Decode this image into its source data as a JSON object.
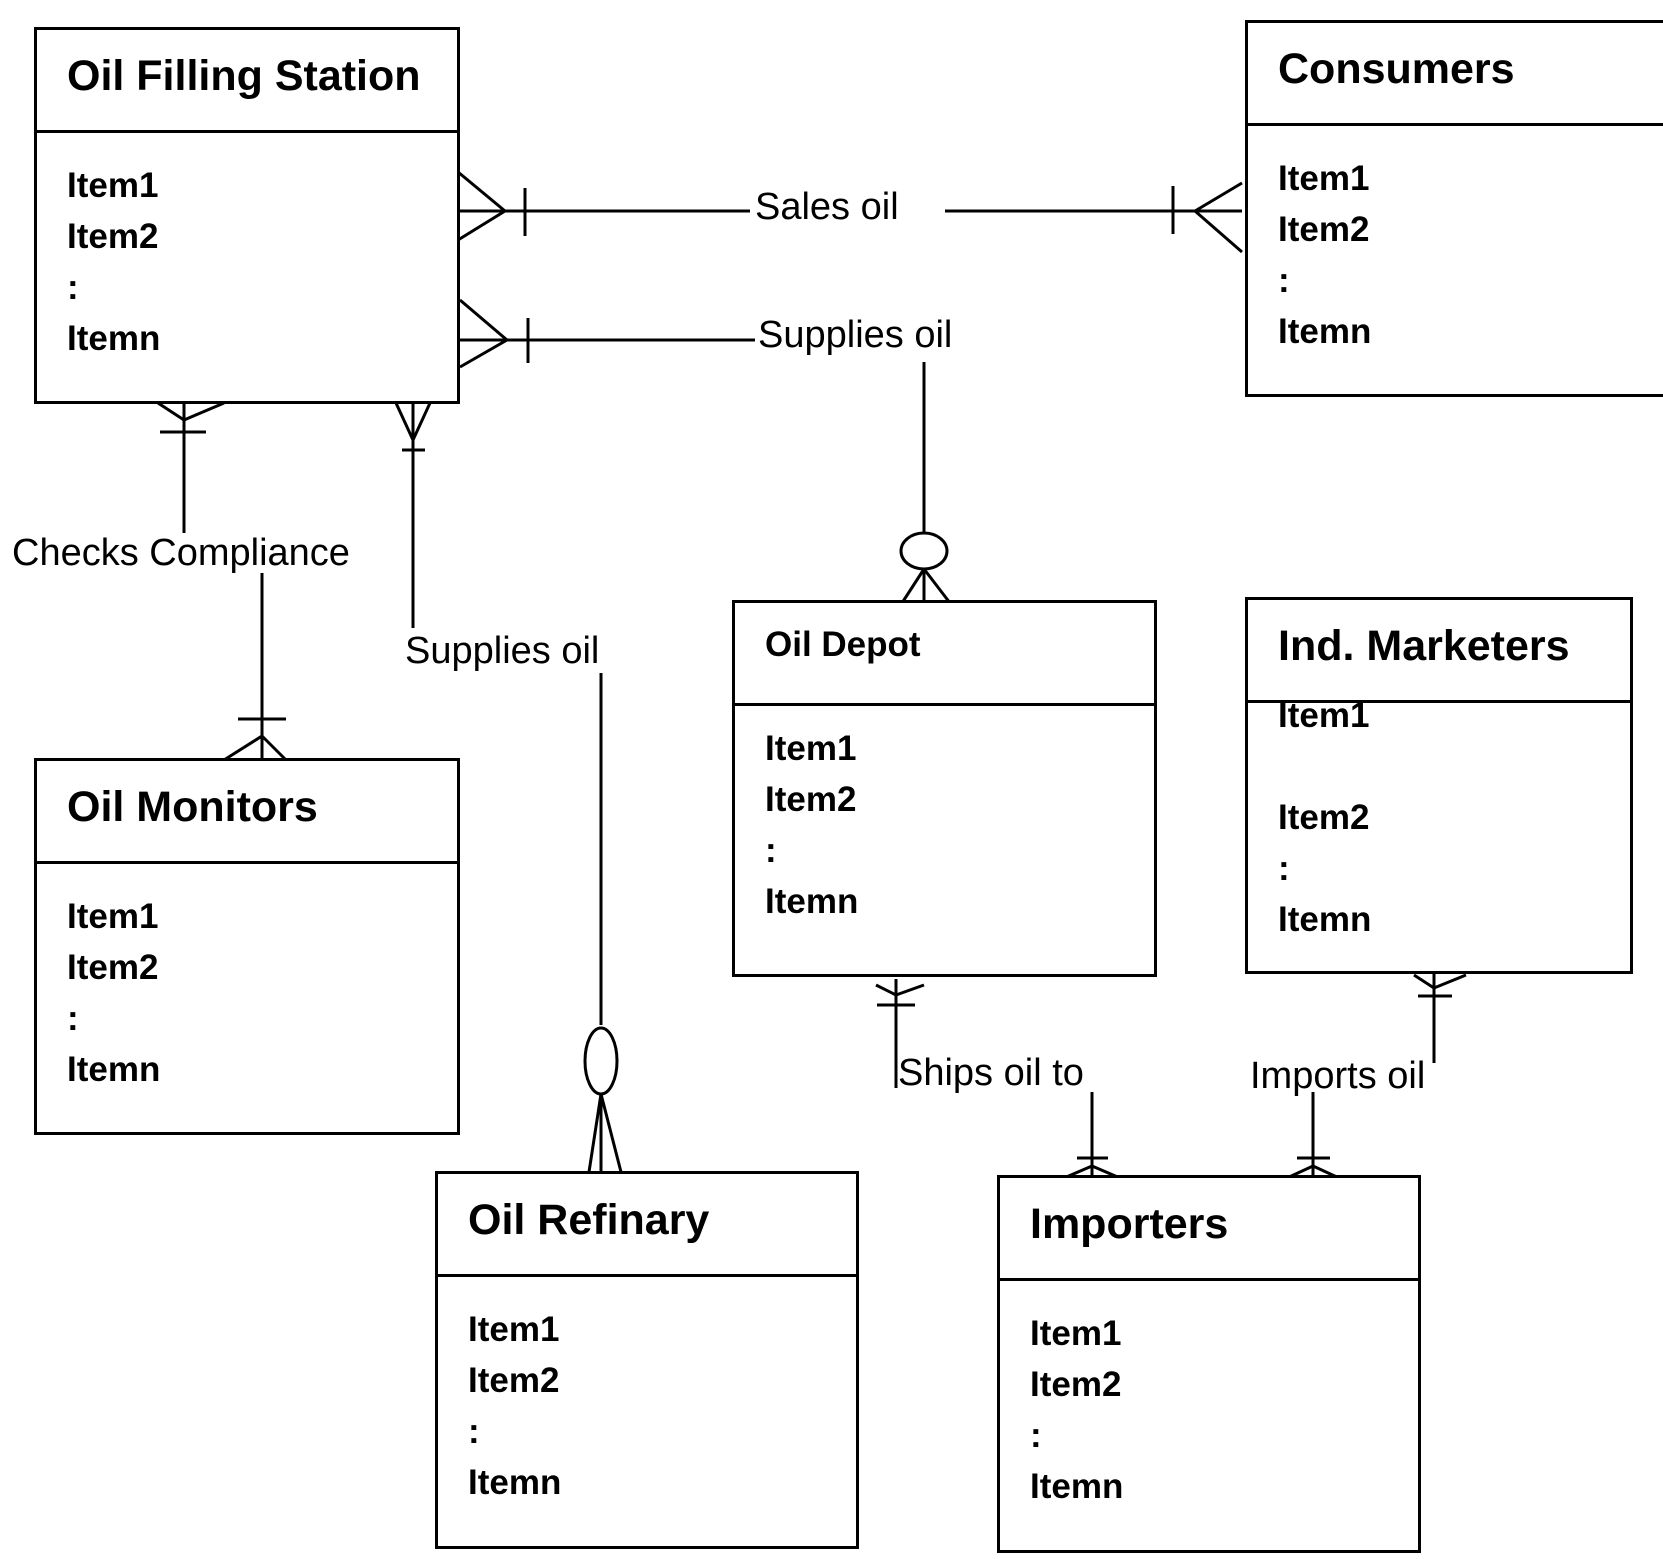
{
  "entities": {
    "oil_filling_station": {
      "name": "Oil Filling Station",
      "attributes": [
        "Item1",
        "Item2",
        ":",
        "Itemn"
      ]
    },
    "consumers": {
      "name": "Consumers",
      "attributes": [
        "Item1",
        "Item2",
        ":",
        "Itemn"
      ]
    },
    "oil_monitors": {
      "name": "Oil Monitors",
      "attributes": [
        "Item1",
        "Item2",
        ":",
        "Itemn"
      ]
    },
    "oil_depot": {
      "name": "Oil Depot",
      "attributes": [
        "Item1",
        "Item2",
        ":",
        "Itemn"
      ]
    },
    "ind_marketers": {
      "name": "Ind. Marketers",
      "attributes": [
        "Item1",
        "",
        "Item2",
        ":",
        "Itemn"
      ]
    },
    "oil_refinary": {
      "name": "Oil Refinary",
      "attributes": [
        "Item1",
        "Item2",
        ":",
        "Itemn"
      ]
    },
    "importers": {
      "name": "Importers",
      "attributes": [
        "Item1",
        "Item2",
        ":",
        "Itemn"
      ]
    }
  },
  "relationships": {
    "sales_oil": "Sales oil",
    "supplies_oil_depot": "Supplies oil",
    "checks_compliance": "Checks Compliance",
    "supplies_oil_refinary": "Supplies oil",
    "ships_oil_to": "Ships oil to",
    "imports_oil": "Imports oil"
  }
}
